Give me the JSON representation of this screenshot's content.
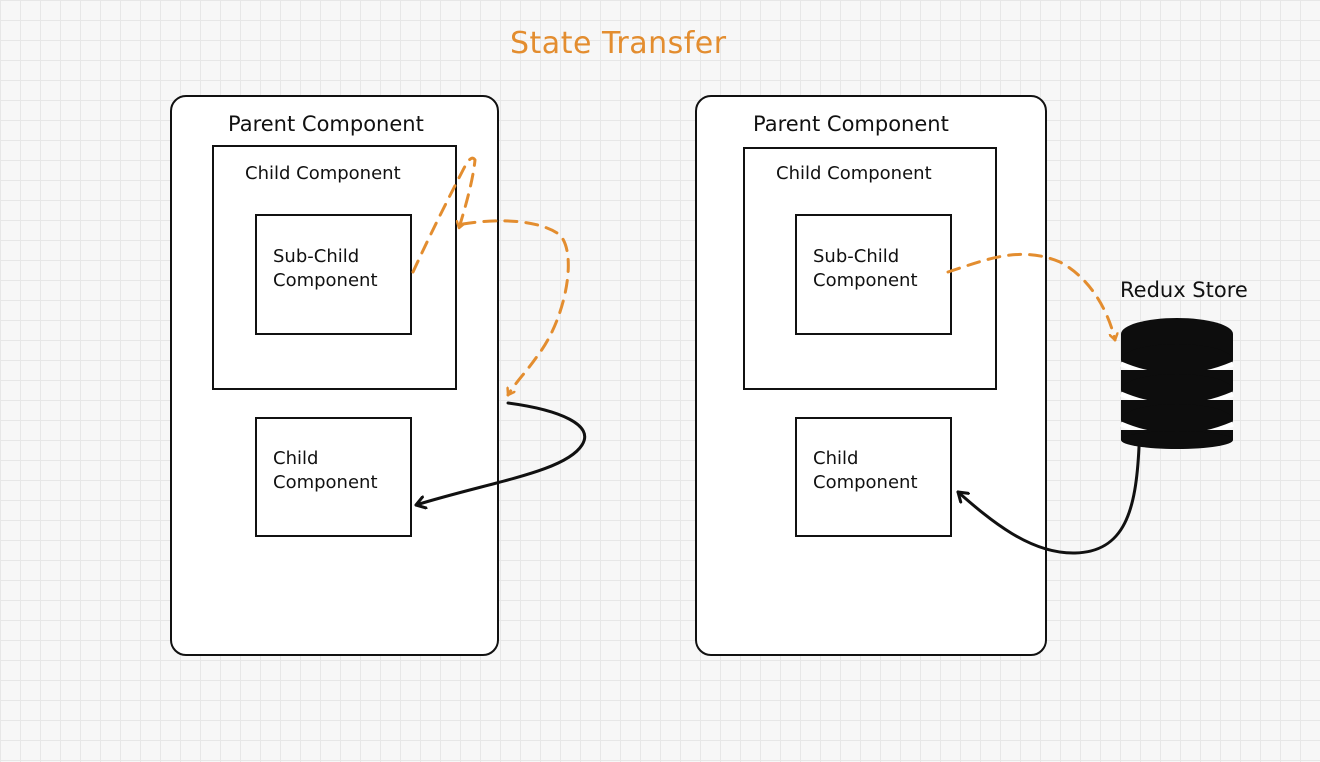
{
  "title": "State Transfer",
  "colors": {
    "accent": "#e38d2f",
    "stroke": "#111111",
    "background": "#f7f7f7",
    "grid": "#e7e7e7"
  },
  "left_diagram": {
    "parent_label": "Parent Component",
    "child_label": "Child Component",
    "subchild_label_line1": "Sub-Child",
    "subchild_label_line2": "Component",
    "child2_label_line1": "Child",
    "child2_label_line2": "Component"
  },
  "right_diagram": {
    "parent_label": "Parent Component",
    "child_label": "Child Component",
    "subchild_label_line1": "Sub-Child",
    "subchild_label_line2": "Component",
    "child2_label_line1": "Child",
    "child2_label_line2": "Component",
    "store_label": "Redux Store",
    "store_icon": "database-icon"
  }
}
